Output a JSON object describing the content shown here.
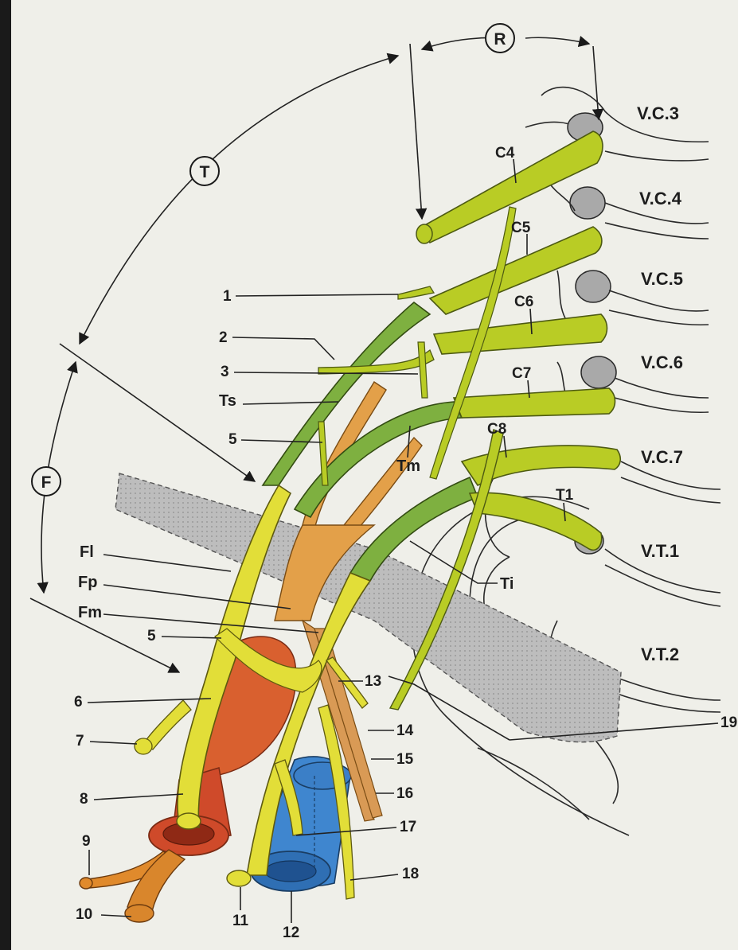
{
  "regions": {
    "R": "R",
    "T": "T",
    "F": "F"
  },
  "vertebrae": [
    "V.C.3",
    "V.C.4",
    "V.C.5",
    "V.C.6",
    "V.C.7",
    "V.T.1",
    "V.T.2"
  ],
  "roots": [
    "C4",
    "C5",
    "C6",
    "C7",
    "C8",
    "T1"
  ],
  "trunks": {
    "superior": "Ts",
    "middle": "Tm",
    "inferior": "Ti"
  },
  "cords": {
    "lateral": "Fl",
    "posterior": "Fp",
    "medial": "Fm"
  },
  "numbers": {
    "n1": "1",
    "n2": "2",
    "n3": "3",
    "n5a": "5",
    "n5b": "5",
    "n6": "6",
    "n7": "7",
    "n8": "8",
    "n9": "9",
    "n10": "10",
    "n11": "11",
    "n12": "12",
    "n13": "13",
    "n14": "14",
    "n15": "15",
    "n16": "16",
    "n17": "17",
    "n18": "18",
    "n19": "19"
  },
  "colors": {
    "page": "#efefe9",
    "root_green": "#b9cc25",
    "trunk_green": "#7eb040",
    "cord_yellow": "#e2de38",
    "orange": "#e3a049",
    "artery_red": "#cf4a2a",
    "vein_blue": "#3b7fc7",
    "clavicle_gray": "#b8b8b8"
  }
}
